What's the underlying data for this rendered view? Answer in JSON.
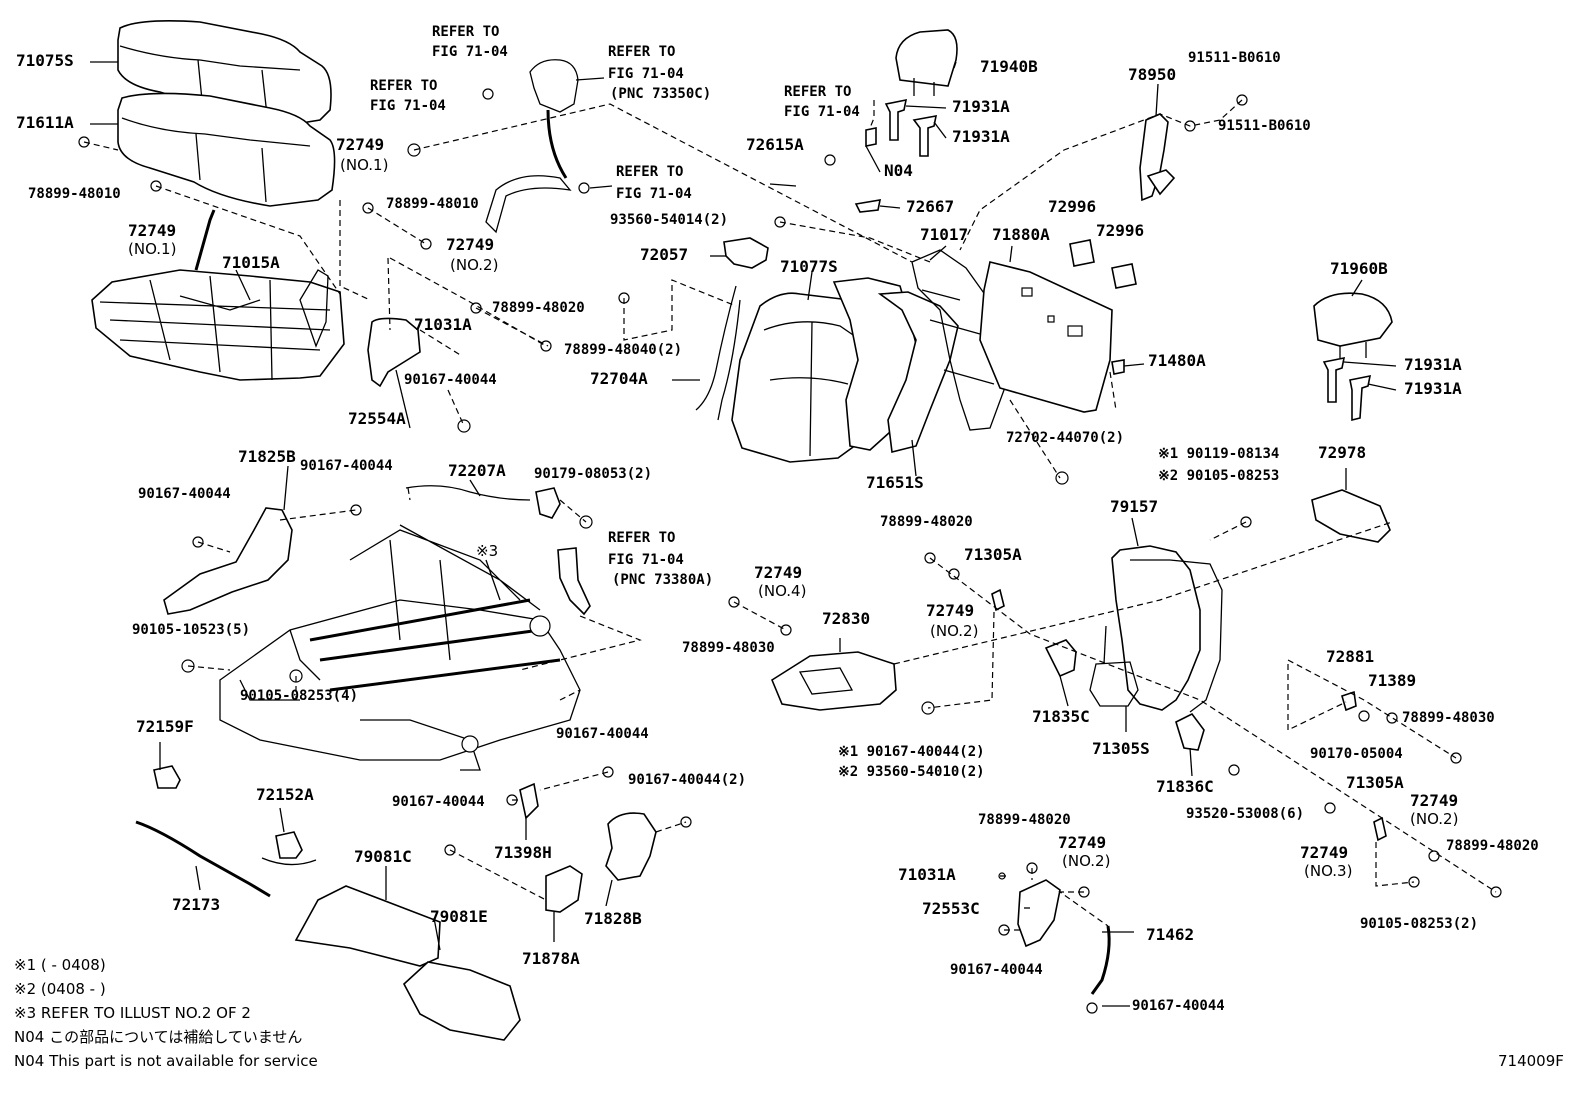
{
  "labels": {
    "l71075s": "71075S",
    "l71611a": "71611A",
    "l78899_48010a": "78899-48010",
    "l72749_no1a": "72749",
    "l_no1a": "(NO.1)",
    "l71015a": "71015A",
    "l_refer1": "REFER TO",
    "l_fig1": "FIG 71-04",
    "l_refer2": "REFER TO",
    "l_fig2": "FIG 71-04",
    "l_refer3": "REFER TO",
    "l_fig3": "FIG 71-04",
    "l_pnc1": "(PNC 73350C)",
    "l72749b": "72749",
    "l_no1b": "(NO.1)",
    "l78899_48010b": "78899-48010",
    "l72749c": "72749",
    "l_no2a": "(NO.2)",
    "l_refer4": "REFER TO",
    "l_fig4": "FIG 71-04",
    "l93560_54014": "93560-54014(2)",
    "l72057": "72057",
    "l78899_48020a": "78899-48020",
    "l71031a_1": "71031A",
    "l90167_40044a": "90167-40044",
    "l72554a": "72554A",
    "l78899_48040": "78899-48040(2)",
    "l72704a": "72704A",
    "l71077s": "71077S",
    "l72615a": "72615A",
    "l_refer5": "REFER TO",
    "l_fig5": "FIG 71-04",
    "l71940b": "71940B",
    "l71931a_1": "71931A",
    "l71931a_2": "71931A",
    "l_n04": "N04",
    "l72667": "72667",
    "l71017": "71017",
    "l71880a": "71880A",
    "l72996a": "72996",
    "l72996b": "72996",
    "l78950": "78950",
    "l91511_a": "91511-B0610",
    "l91511_b": "91511-B0610",
    "l71960b": "71960B",
    "l71931a_3": "71931A",
    "l71931a_4": "71931A",
    "l71480a": "71480A",
    "l72702": "72702-44070(2)",
    "l71651s": "71651S",
    "l71825b": "71825B",
    "l90167_40044b": "90167-40044",
    "l90167_40044c": "90167-40044",
    "l72207a": "72207A",
    "l90179": "90179-08053(2)",
    "l_star3": "※3",
    "l_refer6": "REFER TO",
    "l_fig6": "FIG 71-04",
    "l_pnc2": "(PNC 73380A)",
    "l72749d": "72749",
    "l_no4": "(NO.4)",
    "l72830": "72830",
    "l78899_48030a": "78899-48030",
    "l90105_10523": "90105-10523(5)",
    "l90105_08253a": "90105-08253(4)",
    "l72159f": "72159F",
    "l72152a": "72152A",
    "l72173": "72173",
    "l90167_40044d": "90167-40044",
    "l90167_40044e": "90167-40044(2)",
    "l90167_40044f": "90167-40044",
    "l79081c": "79081C",
    "l79081e": "79081E",
    "l71398h": "71398H",
    "l71828b": "71828B",
    "l71878a": "71878A",
    "l78899_48020b": "78899-48020",
    "l71305a_1": "71305A",
    "l72749e": "72749",
    "l_no2b": "(NO.2)",
    "l_s1a": "※1 90167-40044(2)",
    "l_s2a": "※2 93560-54010(2)",
    "l71835c": "71835C",
    "l71305s": "71305S",
    "l71836c": "71836C",
    "l79157": "79157",
    "l_s1b": "※1 90119-08134",
    "l_s2b": "※2 90105-08253",
    "l72978": "72978",
    "l72881": "72881",
    "l71389": "71389",
    "l78899_48030b": "78899-48030",
    "l90170": "90170-05004",
    "l93520": "93520-53008(6)",
    "l71305a_2": "71305A",
    "l72749f": "72749",
    "l_no2c": "(NO.2)",
    "l78899_48020c": "78899-48020",
    "l72749g": "72749",
    "l_no3": "(NO.3)",
    "l90105_08253b": "90105-08253(2)",
    "l78899_48020d": "78899-48020",
    "l72749h": "72749",
    "l_no2d": "(NO.2)",
    "l71031a_2": "71031A",
    "l72553c": "72553C",
    "l71462": "71462",
    "l90167_40044g": "90167-40044",
    "l90167_40044h": "90167-40044"
  },
  "notes": {
    "n1": "※1 (        - 0408)",
    "n2": "※2 (0408 -        )",
    "n3": "※3 REFER TO ILLUST NO.2 OF 2",
    "n4": "N04 この部品については補給していません",
    "n5": "N04 This part is not available for service",
    "figure_id": "714009F"
  }
}
